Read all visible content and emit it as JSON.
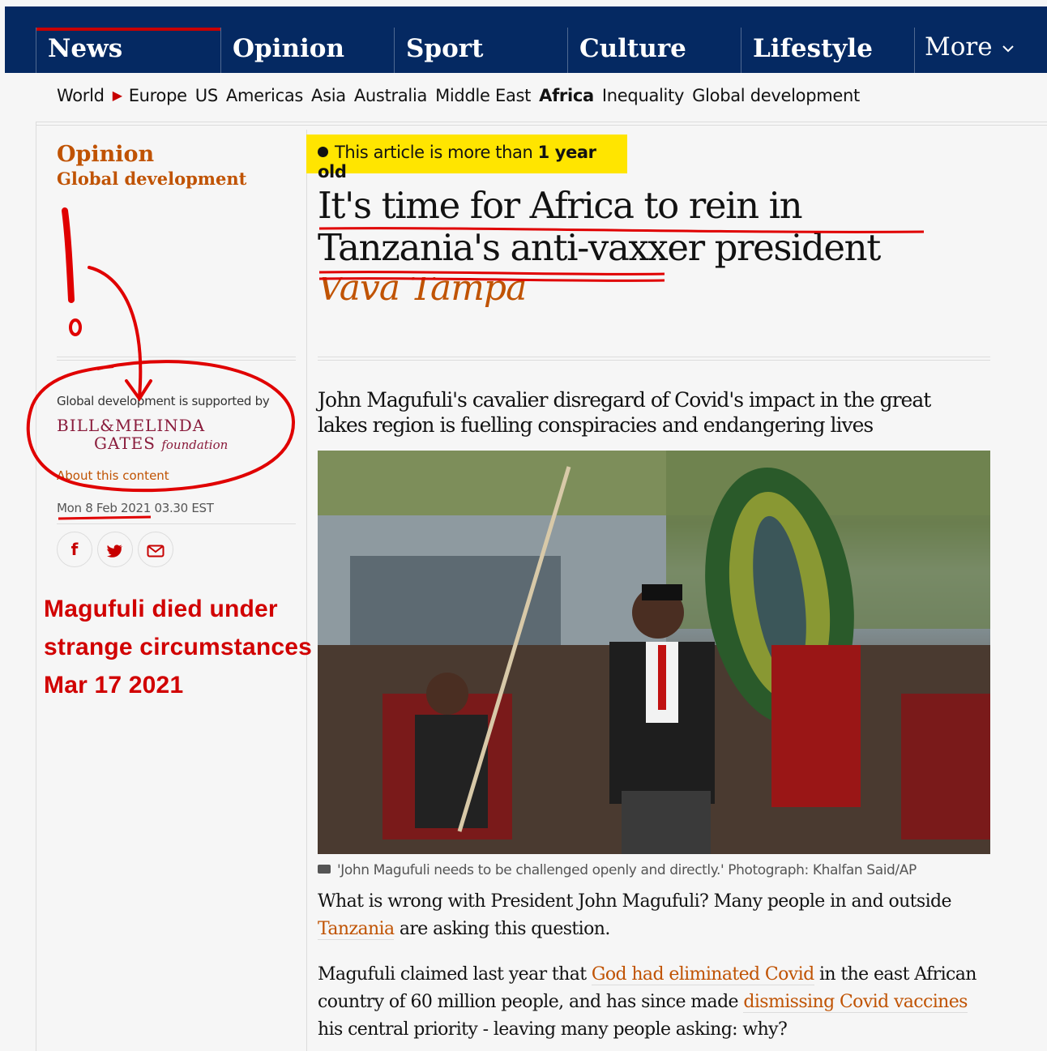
{
  "topnav": {
    "tabs": [
      "News",
      "Opinion",
      "Sport",
      "Culture",
      "Lifestyle"
    ],
    "more_label": "More"
  },
  "subnav": {
    "items": [
      "World",
      "Europe",
      "US",
      "Americas",
      "Asia",
      "Australia",
      "Middle East",
      "Africa",
      "Inequality",
      "Global development"
    ],
    "current": "Africa"
  },
  "sidebar": {
    "kicker_section": "Opinion",
    "kicker_series": "Global development",
    "supported_by": "Global development is supported by",
    "sponsor_line1": "BILL&MELINDA",
    "sponsor_line2": "GATES",
    "sponsor_line2_suffix": "foundation",
    "about_link": "About this content",
    "date": "Mon 8 Feb 2021 03.30 EST"
  },
  "share": {
    "facebook": "f",
    "twitter": "t",
    "email": "@"
  },
  "article": {
    "age_badge_prefix": "This article is more than ",
    "age_badge_bold": "1 year old",
    "headline": "It's time for Africa to rein in Tanzania's anti-vaxxer president",
    "byline": "Vava Tampa",
    "standfirst": "John Magufuli's cavalier disregard of Covid's impact in the great lakes region is fuelling conspiracies and endangering lives",
    "caption": "'John Magufuli needs to be challenged openly and directly.' Photograph: Khalfan Said/AP",
    "p1_text1": "What is wrong with President John Magufuli? Many people in and outside ",
    "p1_link": "Tanzania",
    "p1_text2": " are asking this question.",
    "p2_text1": "Magufuli claimed last year that ",
    "p2_link1": "God had eliminated Covid",
    "p2_text2": " in the east African country of 60 million people, and has since made ",
    "p2_link2": "dismissing Covid vaccines",
    "p2_text3": " his central priority - leaving many people asking: why?"
  },
  "annotation": {
    "line1": "Magufuli died under",
    "line2": "strange circumstances",
    "line3": "Mar 17 2021"
  },
  "colors": {
    "nav_bg": "#052962",
    "accent_red": "#c70000",
    "opinion_orange": "#c05303",
    "badge_yellow": "#ffe500",
    "annotation_red": "#d10000"
  }
}
